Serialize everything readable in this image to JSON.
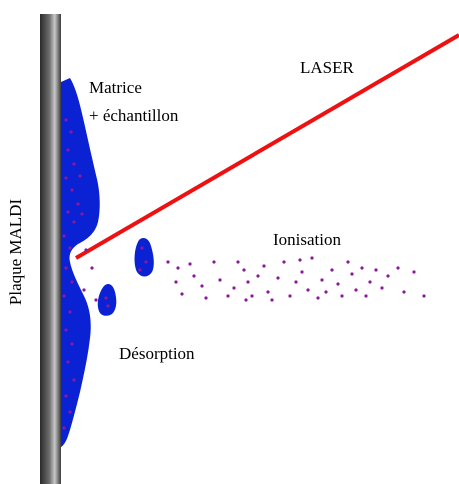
{
  "labels": {
    "plate": "Plaque MALDI",
    "matrix_line1": "Matrice",
    "matrix_line2": "+ échantillon",
    "laser": "LASER",
    "ionisation": "Ionisation",
    "desorption": "Désorption"
  },
  "colors": {
    "plate_dark": "#2a2a2a",
    "plate_mid": "#6e6e6e",
    "plate_light": "#c8c8c8",
    "matrix_blue": "#0a22d4",
    "laser_red": "#ee1111",
    "analyte_purple": "#8a1a9a"
  }
}
